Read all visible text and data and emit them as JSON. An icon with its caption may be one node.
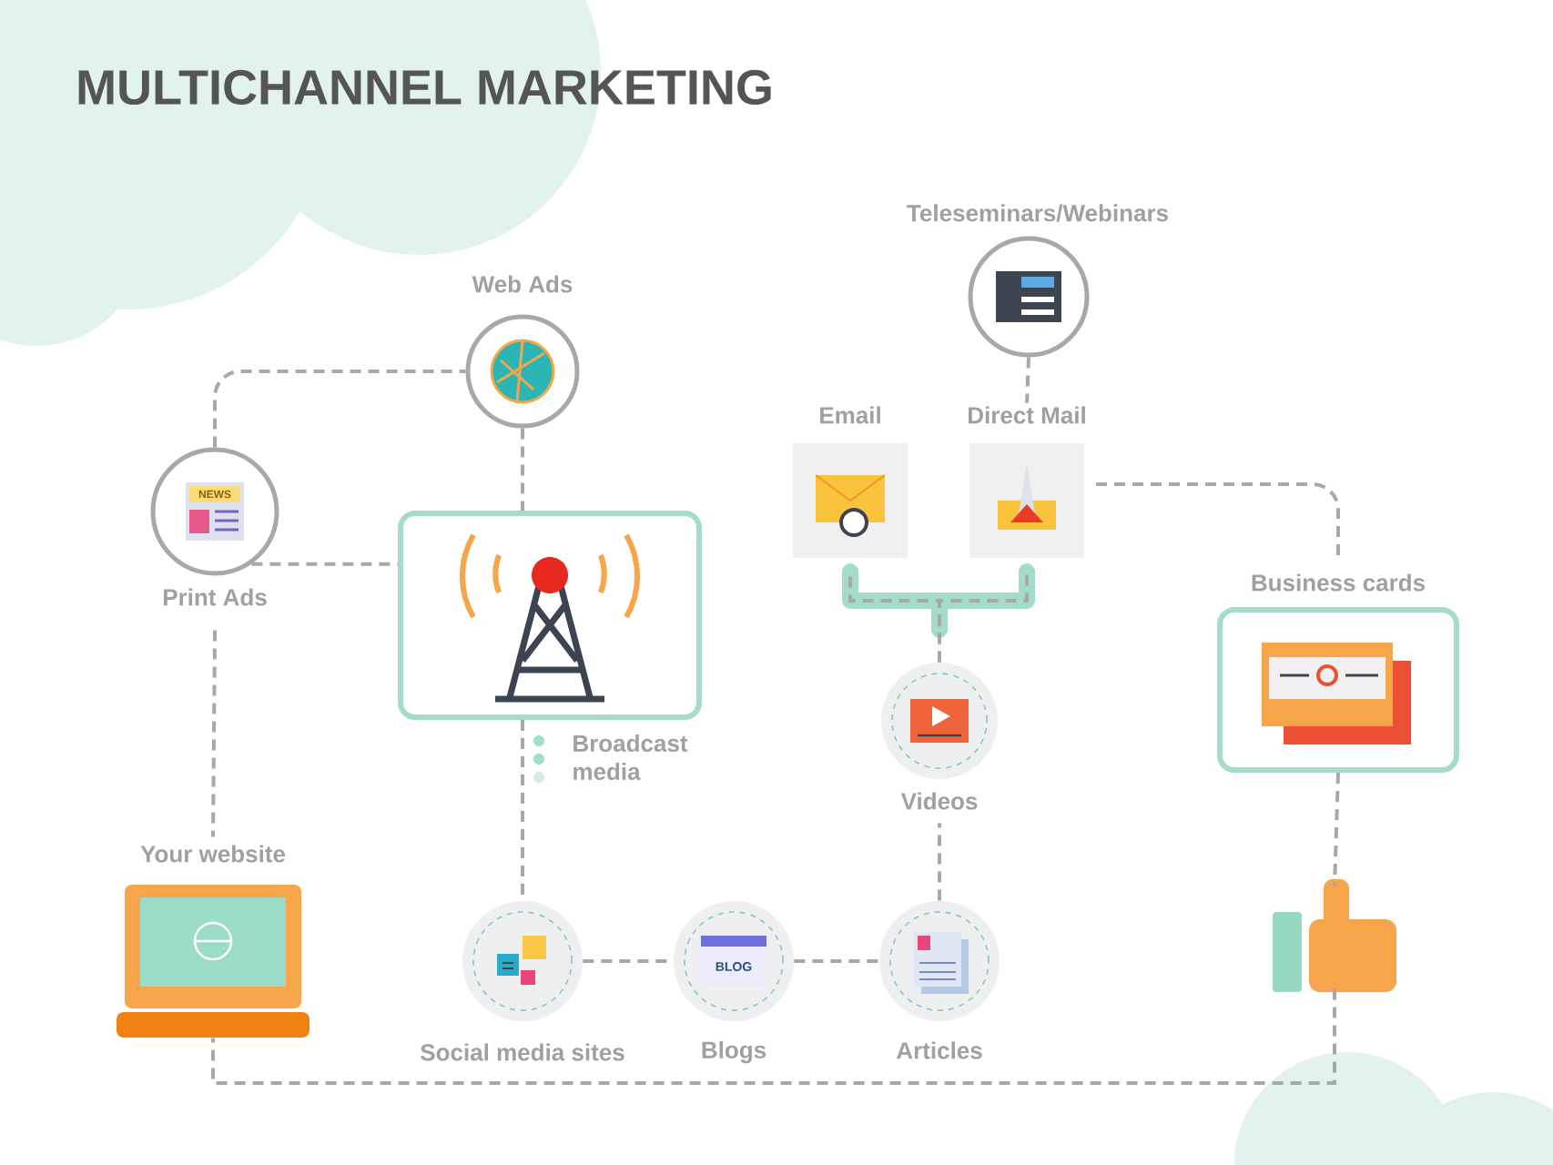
{
  "diagram": {
    "title": "MULTICHANNEL MARKETING",
    "nodes": [
      {
        "text": [
          "Web Ads"
        ]
      },
      {
        "text": [
          "Print Ads"
        ]
      },
      {
        "text": [
          "Broadcast media"
        ]
      },
      {
        "text": [
          "Teleseminars/Webinars"
        ]
      },
      {
        "text": [
          "Email"
        ]
      },
      {
        "text": [
          "Direct Mail"
        ]
      },
      {
        "text": [
          "Business cards"
        ]
      },
      {
        "text": [
          "Videos"
        ]
      },
      {
        "text": [
          "Your website"
        ]
      },
      {
        "text": [
          "Social media sites"
        ]
      },
      {
        "text": [
          "Blogs"
        ]
      },
      {
        "text": [
          "Articles"
        ]
      },
      {
        "text": [],
        "shape": "picture"
      }
    ],
    "edges": [
      {
        "from": 1,
        "to": 0,
        "arrow": "none"
      },
      {
        "from": 0,
        "to": 2,
        "arrow": "none"
      },
      {
        "from": 1,
        "to": 2,
        "arrow": "none"
      },
      {
        "from": 1,
        "to": 8,
        "arrow": "none"
      },
      {
        "from": 2,
        "to": 9,
        "arrow": "none"
      },
      {
        "from": 9,
        "to": 10,
        "arrow": "none"
      },
      {
        "from": 10,
        "to": 11,
        "arrow": "none"
      },
      {
        "from": 11,
        "to": 7,
        "arrow": "none"
      },
      {
        "from": 7,
        "to": 4,
        "arrow": "none"
      },
      {
        "from": 7,
        "to": 5,
        "arrow": "none"
      },
      {
        "from": 3,
        "to": 5,
        "arrow": "none"
      },
      {
        "from": 5,
        "to": 6,
        "arrow": "none"
      },
      {
        "from": 6,
        "to": 12,
        "arrow": "none"
      },
      {
        "from": 12,
        "to": 8,
        "arrow": "none"
      }
    ],
    "labels": [
      "NEWS",
      "BLOG"
    ]
  }
}
